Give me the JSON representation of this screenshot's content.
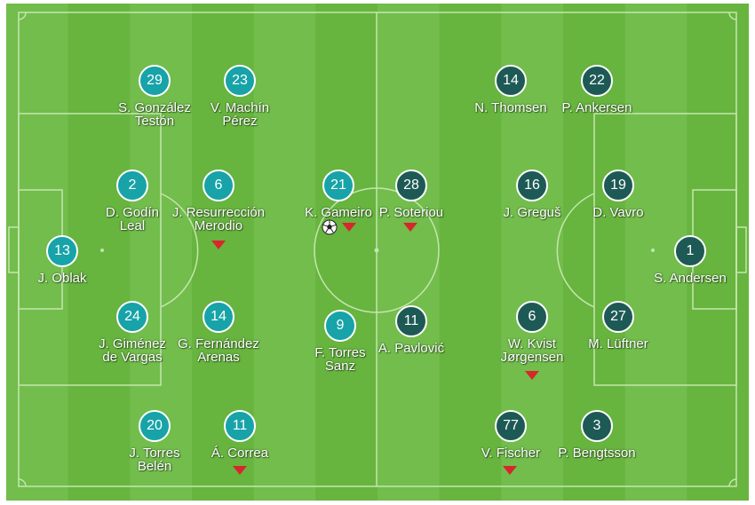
{
  "colors": {
    "grass_light": "#72bd4c",
    "grass_dark": "#67b43f",
    "lines": "#c5e6ae",
    "home": "#17a3a8",
    "away": "#1e5a55",
    "sub_marker": "#d7262c"
  },
  "home": {
    "players": [
      {
        "number": "29",
        "name": "S. González\nTestón"
      },
      {
        "number": "23",
        "name": "V. Machín\nPérez"
      },
      {
        "number": "2",
        "name": "D. Godín\nLeal"
      },
      {
        "number": "6",
        "name": "J. Resurrección\nMerodio"
      },
      {
        "number": "13",
        "name": "J. Oblak"
      },
      {
        "number": "24",
        "name": "J. Giménez\nde Vargas"
      },
      {
        "number": "14",
        "name": "G. Fernández\nArenas"
      },
      {
        "number": "20",
        "name": "J. Torres\nBelén"
      },
      {
        "number": "11",
        "name": "Á. Correa"
      },
      {
        "number": "21",
        "name": "K. Gameiro"
      },
      {
        "number": "9",
        "name": "F. Torres\nSanz"
      }
    ]
  },
  "away": {
    "players": [
      {
        "number": "14",
        "name": "N. Thomsen"
      },
      {
        "number": "22",
        "name": "P. Ankersen"
      },
      {
        "number": "28",
        "name": "P. Soteriou"
      },
      {
        "number": "16",
        "name": "J. Greguš"
      },
      {
        "number": "19",
        "name": "D. Vavro"
      },
      {
        "number": "1",
        "name": "S. Andersen"
      },
      {
        "number": "11",
        "name": "A. Pavlović"
      },
      {
        "number": "6",
        "name": "W. Kvist\nJørgensen"
      },
      {
        "number": "27",
        "name": "M. Lüftner"
      },
      {
        "number": "77",
        "name": "V. Fischer"
      },
      {
        "number": "3",
        "name": "P. Bengtsson"
      }
    ]
  },
  "icons": {
    "substitution": "sub-arrow-icon",
    "goal": "soccer-ball-icon"
  }
}
